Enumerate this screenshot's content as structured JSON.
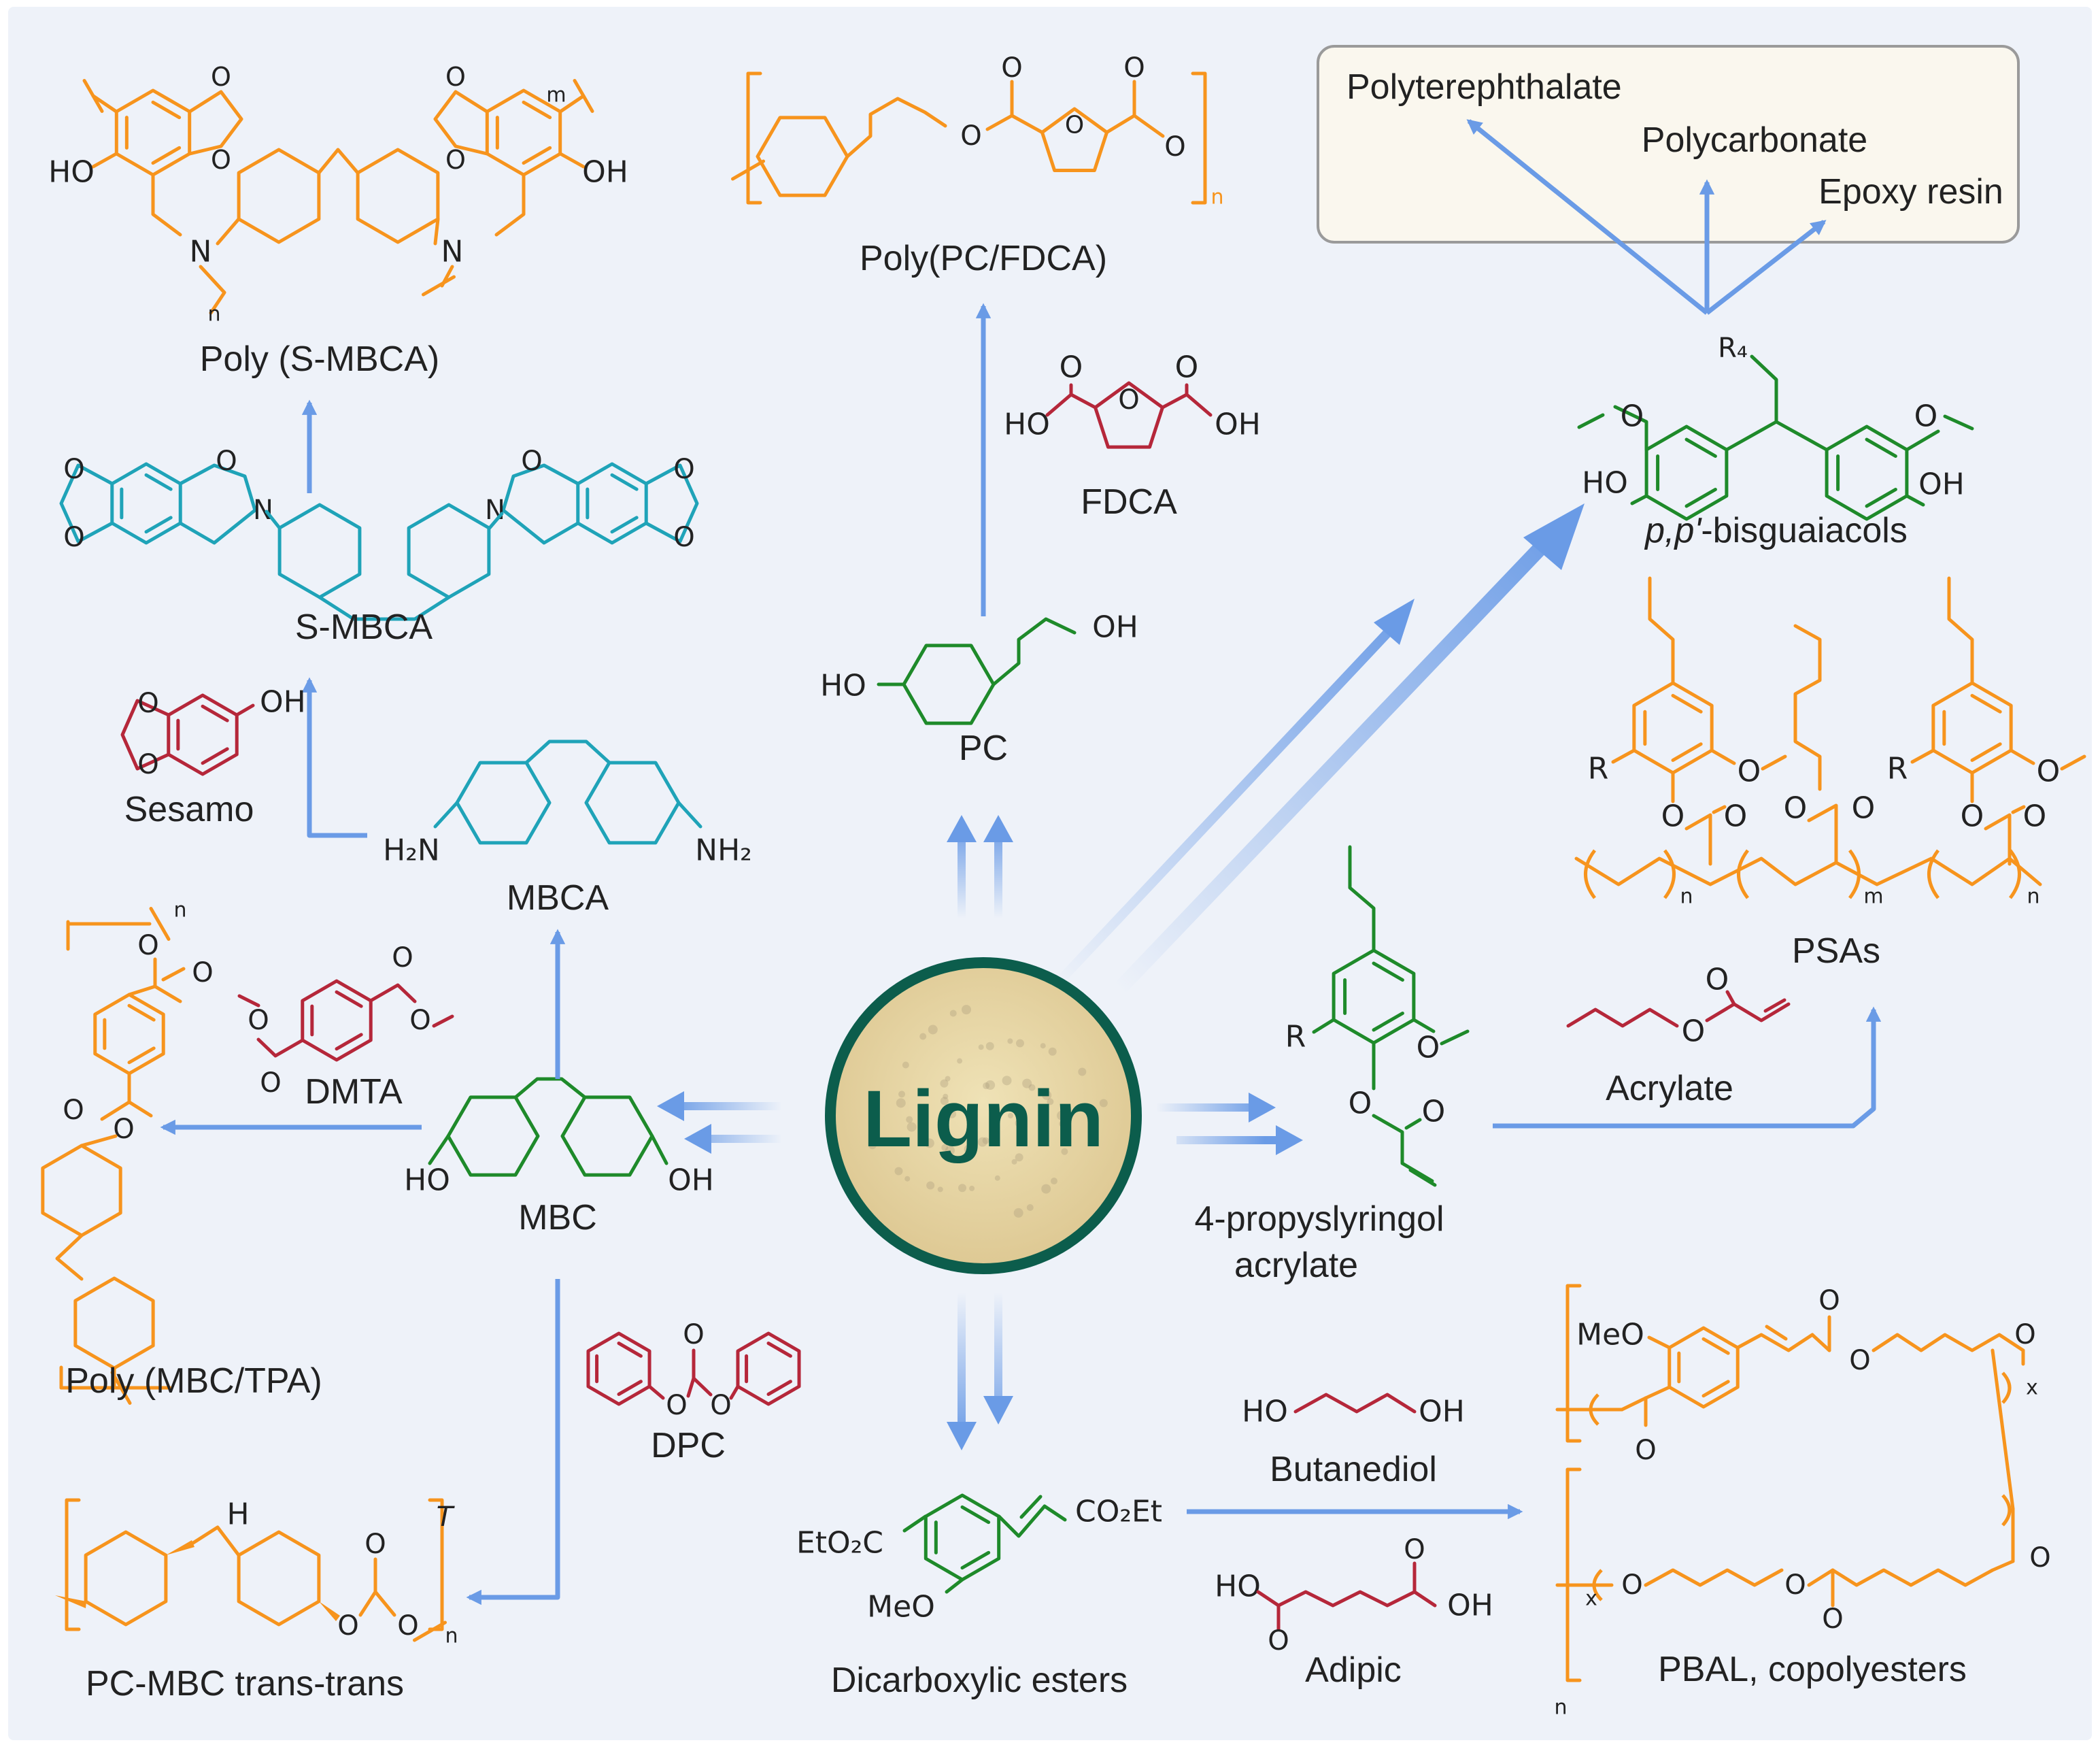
{
  "center": {
    "label": "Lignin"
  },
  "colors": {
    "orange": "#f7941d",
    "teal": "#1fa3b8",
    "red": "#b5273a",
    "green": "#1e8a2a",
    "arrow": "#6a9be6",
    "lignin_text": "#0c5d4c",
    "ring": "#0c5d4c"
  },
  "products_box": {
    "items": [
      "Polyterephthalate",
      "Polycarbonate",
      "Epoxy resin"
    ]
  },
  "compounds": {
    "poly_s_mbca": "Poly (S-MBCA)",
    "s_mbca": "S-MBCA",
    "sesamo": "Sesamo",
    "mbca": "MBCA",
    "poly_pc_fdca": "Poly(PC/FDCA)",
    "fdca": "FDCA",
    "pc": "PC",
    "bisguaiacols_italic": "p,p'",
    "bisguaiacols_rest": "-bisguaiacols",
    "psas": "PSAs",
    "dmta": "DMTA",
    "mbc": "MBC",
    "poly_mbc_tpa": "Poly (MBC/TPA)",
    "propylsyringol_1": "4-propyslyringol",
    "propylsyringol_2": "acrylate",
    "acrylate": "Acrylate",
    "dpc": "DPC",
    "pc_mbc": "PC-MBC trans-trans",
    "dicarboxylic": "Dicarboxylic esters",
    "butanediol": "Butanediol",
    "adipic": "Adipic",
    "pbal": "PBAL, copolyesters"
  },
  "atoms": {
    "ho": "HO",
    "oh": "OH",
    "o": "O",
    "n": "N",
    "h": "H",
    "nh2": "NH₂",
    "h2n": "H₂N",
    "r": "R",
    "r4": "R₄",
    "meo": "MeO",
    "eto2c": "EtO₂C",
    "co2et": "CO₂Et",
    "sub_n": "n",
    "sub_m": "m",
    "sub_x": "x",
    "sub_T": "T"
  }
}
